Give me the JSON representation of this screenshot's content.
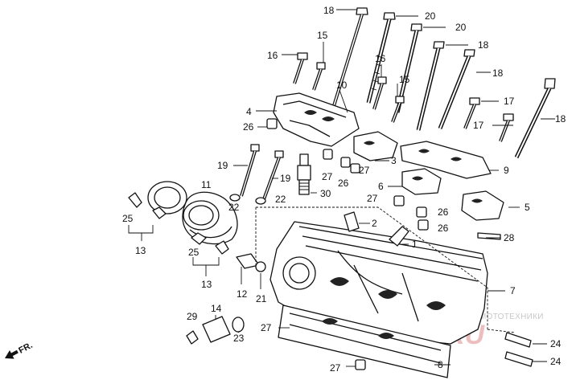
{
  "diagram": {
    "callouts": {
      "c1": "1",
      "c2": "2",
      "c3": "3",
      "c4": "4",
      "c5": "5",
      "c6": "6",
      "c7": "7",
      "c8": "8",
      "c9": "9",
      "c10": "10",
      "c11": "11",
      "c12": "12",
      "c13a": "13",
      "c13b": "13",
      "c14": "14",
      "c15a": "15",
      "c15b": "15",
      "c16a": "16",
      "c16b": "16",
      "c17a": "17",
      "c17b": "17",
      "c18a": "18",
      "c18b": "18",
      "c18c": "18",
      "c18d": "18",
      "c19a": "19",
      "c19b": "19",
      "c20a": "20",
      "c20b": "20",
      "c21": "21",
      "c22a": "22",
      "c22b": "22",
      "c23": "23",
      "c24a": "24",
      "c24b": "24",
      "c25a": "25",
      "c25b": "25",
      "c26a": "26",
      "c26b": "26",
      "c26c": "26",
      "c26d": "26",
      "c27a": "27",
      "c27b": "27",
      "c27c": "27",
      "c27d": "27",
      "c27e": "27",
      "c28": "28",
      "c29": "29",
      "c30": "30"
    },
    "direction_marker": "FR.",
    "watermark": {
      "text": "ЗАПЧАСТИ И АКСЕССУАРЫ ДЛЯ МОТОТЕХНИКИ",
      "logo": "POR.RU"
    }
  }
}
